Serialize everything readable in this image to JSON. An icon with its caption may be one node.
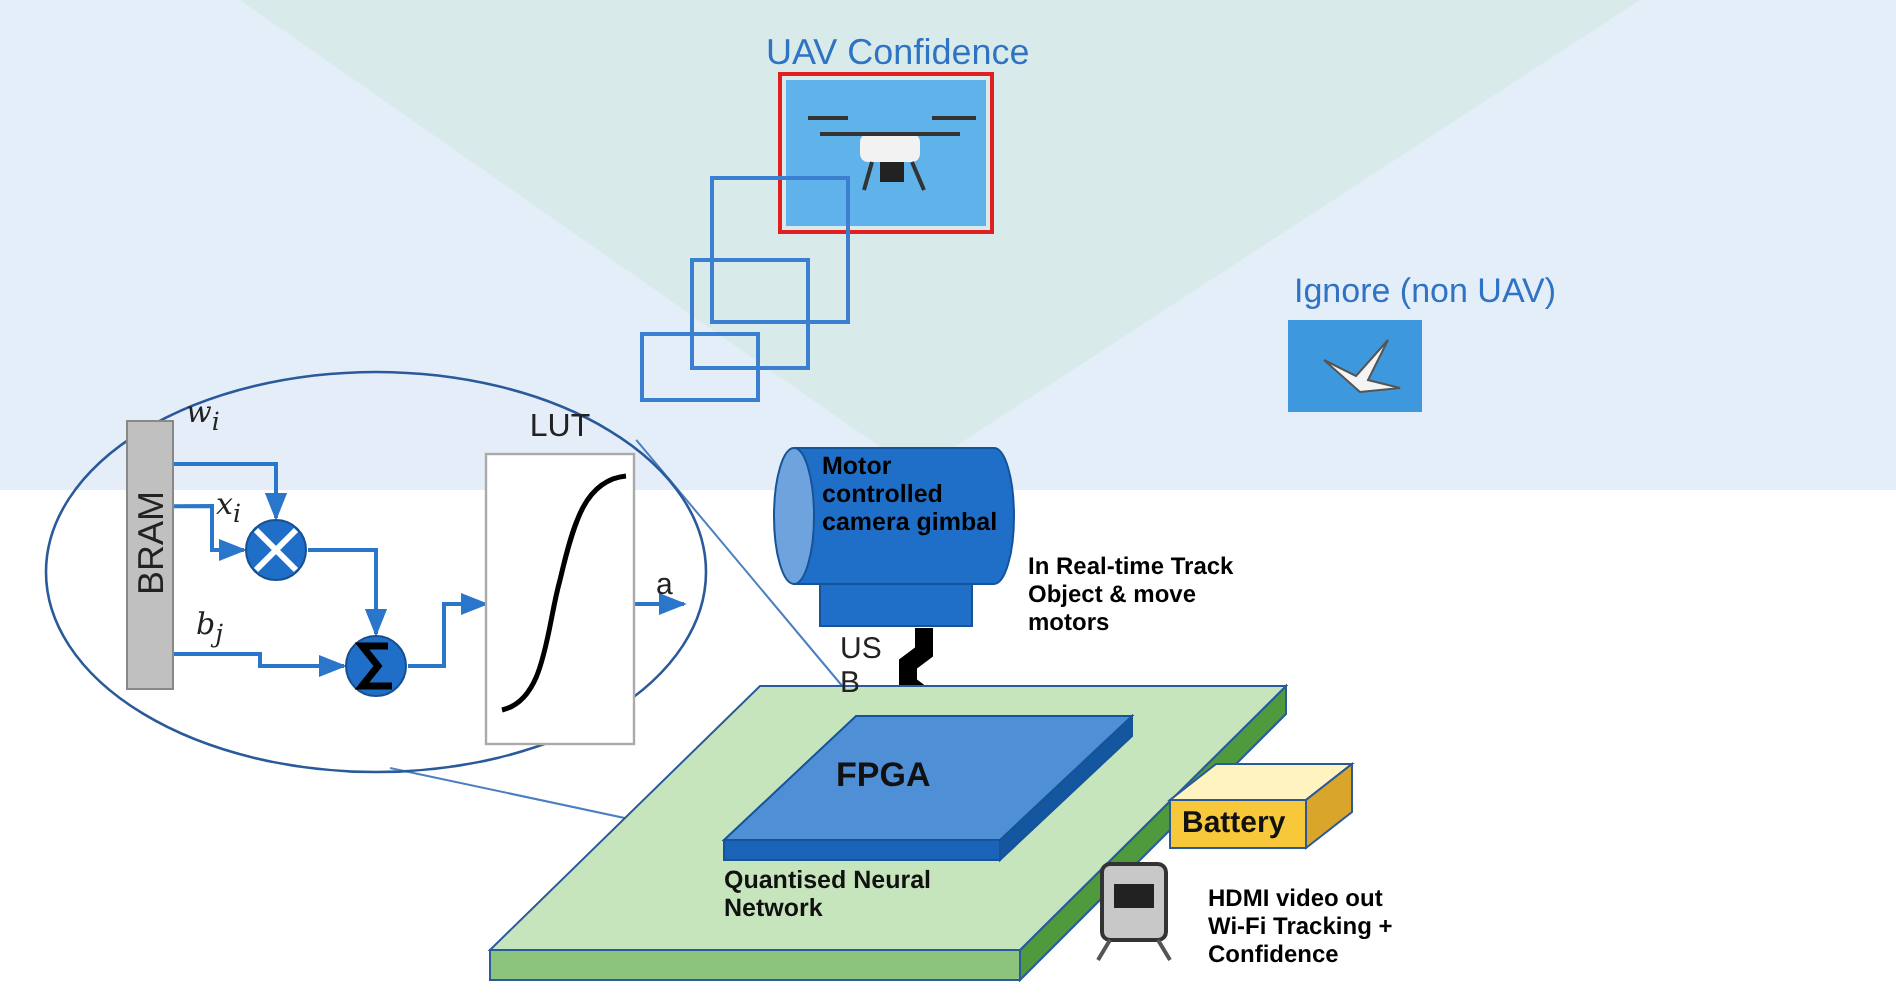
{
  "diagram": {
    "nodes": [
      {
        "text": [],
        "shape": "picture",
        "beside": [
          "UAV Confidence"
        ]
      },
      {
        "text": [],
        "shape": "box"
      },
      {
        "text": [],
        "shape": "box"
      },
      {
        "text": [],
        "shape": "box"
      },
      {
        "text": [],
        "shape": "picture",
        "beside": [
          "Ignore (non UAV)"
        ]
      },
      {
        "text": [],
        "shape": "ellipse"
      },
      {
        "text": [
          "BRAM"
        ],
        "in": 5
      },
      {
        "text": [],
        "shape": "circle",
        "in": 5
      },
      {
        "text": [],
        "shape": "circle",
        "in": 5
      },
      {
        "text": [
          "LUT"
        ],
        "in": 5
      },
      {
        "text": [
          "Motor controlled camera gimbal"
        ],
        "beside": [
          "In Real-time Track Object & move motors"
        ]
      },
      {
        "text": [
          "Quantised Neural Network"
        ]
      },
      {
        "text": [
          "FPGA"
        ],
        "in": 11
      },
      {
        "text": [
          "Battery"
        ]
      },
      {
        "text": [],
        "shape": "picture",
        "beside": [
          "HDMI video out Wi-Fi Tracking + Confidence"
        ]
      }
    ],
    "edges": [
      {
        "from": 6,
        "to": 7,
        "arrow": "to",
        "label": "w$_{i}$"
      },
      {
        "from": 6,
        "to": 7,
        "arrow": "to",
        "label": "x$_{i}$"
      },
      {
        "from": 7,
        "to": 8,
        "arrow": "to"
      },
      {
        "from": 6,
        "to": 8,
        "arrow": "to",
        "label": "b$_{j}$"
      },
      {
        "from": 8,
        "to": 9,
        "arrow": "to"
      },
      {
        "from": 9,
        "to": null,
        "arrow": "to",
        "label": "a"
      },
      {
        "from": 5,
        "to": 12,
        "arrow": "none",
        "color": "#4a7fc1"
      },
      {
        "from": 5,
        "to": 12,
        "arrow": "none",
        "color": "#4a7fc1"
      },
      {
        "from": 10,
        "to": 12,
        "arrow": "none",
        "label": "US B",
        "style": "thick",
        "color": "#000000"
      }
    ]
  }
}
